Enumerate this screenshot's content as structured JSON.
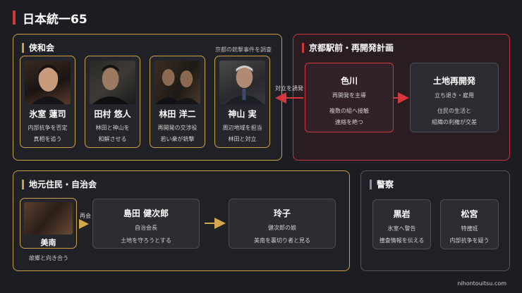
{
  "title": "日本統一65",
  "colors": {
    "accent_red": "#d23a3a",
    "gold": "#c9a04a",
    "grey": "#555860"
  },
  "kyowakai": {
    "heading": "侠和会",
    "note": "京都の銃撃事件を調査",
    "members": [
      {
        "name": "氷室 蓮司",
        "line1": "内部抗争を否定",
        "line2": "真相を追う"
      },
      {
        "name": "田村 悠人",
        "line1": "林田と神山を",
        "line2": "和解させる"
      },
      {
        "name": "林田 洋二",
        "line1": "再開発の交渉役",
        "line2": "若い衆が銃撃"
      },
      {
        "name": "神山 実",
        "line1": "周辺地域を担当",
        "line2": "林田と対立"
      }
    ],
    "conflict_label": "対立を誘発"
  },
  "redevelopment": {
    "heading": "京都駅前・再開発計画",
    "irokawa": {
      "name": "色川",
      "line1": "再開発を主導",
      "line2": "複数の組へ接触",
      "line3": "連絡を絶つ"
    },
    "landowners": {
      "name": "土地再開発",
      "line1": "立ち退き・雇用",
      "line2": "住民の生活と",
      "line3": "組織の利権が交差"
    }
  },
  "residents": {
    "heading": "地元住民・自治会",
    "minami": {
      "name": "美南",
      "caption": "故郷と向き合う"
    },
    "reunion_label": "再会",
    "shimada": {
      "name": "島田 健次郎",
      "line1": "自治会長",
      "line2": "土地を守ろうとする"
    },
    "reiko": {
      "name": "玲子",
      "line1": "健次郎の娘",
      "line2": "美南を裏切り者と見る"
    }
  },
  "police": {
    "heading": "警察",
    "kuroiwa": {
      "name": "黒岩",
      "line1": "氷室へ警告",
      "line2": "捜査情報を伝える"
    },
    "matsumiya": {
      "name": "松宮",
      "line1": "特捜班",
      "line2": "内部抗争を疑う"
    }
  },
  "footer": "nihontouitsu.com"
}
